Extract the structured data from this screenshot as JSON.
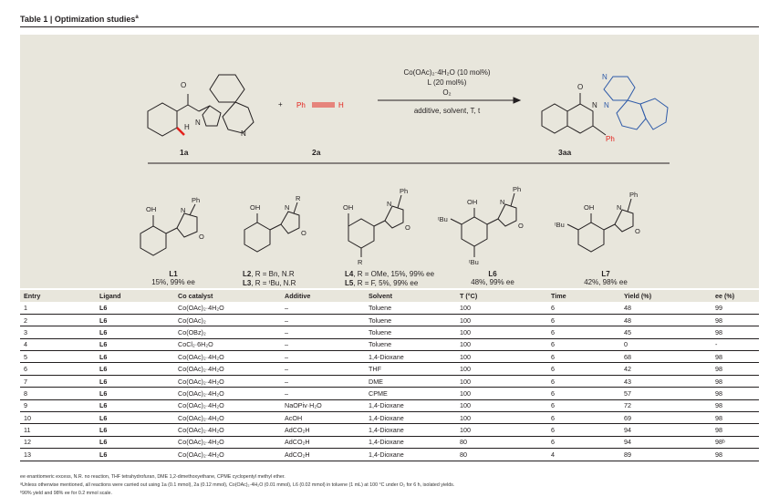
{
  "title": {
    "label": "Table 1 | Optimization studies",
    "mark": "a"
  },
  "reaction": {
    "substrate": "1a",
    "reagent": "2a",
    "product": "3aa",
    "alkyne_ph": "Ph",
    "alkyne_h": "H",
    "plus": "+",
    "cond1": "Co(OAc)₂·4H₂O (10 mol%)",
    "cond2": "L (20 mol%)",
    "cond3": "O₂",
    "cond4": "additive, solvent, T, t",
    "product_ph": "Ph"
  },
  "ligands": [
    {
      "code": "L1",
      "info": "15%, 99% ee"
    },
    {
      "code2": "L2",
      "r2": ", R = Bn, N.R",
      "code3": "L3",
      "r3": ", R = ᵗBu, N.R"
    },
    {
      "code4": "L4",
      "r4": ", R = OMe, 15%, 99% ee",
      "code5": "L5",
      "r5": ", R = F, 5%, 99% ee"
    },
    {
      "code": "L6",
      "info": "48%, 99% ee"
    },
    {
      "code": "L7",
      "info": "42%, 98% ee"
    }
  ],
  "table": {
    "headers": [
      "Entry",
      "Ligand",
      "Co catalyst",
      "Additive",
      "Solvent",
      "T (°C)",
      "Time",
      "Yield (%)",
      "ee (%)"
    ],
    "rows": [
      [
        "1",
        "L6",
        "Co(OAc)₂·4H₂O",
        "–",
        "Toluene",
        "100",
        "6",
        "48",
        "99"
      ],
      [
        "2",
        "L6",
        "Co(OAc)₂",
        "–",
        "Toluene",
        "100",
        "6",
        "48",
        "98"
      ],
      [
        "3",
        "L6",
        "Co(OBz)₂",
        "–",
        "Toluene",
        "100",
        "6",
        "45",
        "98"
      ],
      [
        "4",
        "L6",
        "CoCl₂·6H₂O",
        "–",
        "Toluene",
        "100",
        "6",
        "0",
        "-"
      ],
      [
        "5",
        "L6",
        "Co(OAc)₂·4H₂O",
        "–",
        "1,4-Dioxane",
        "100",
        "6",
        "68",
        "98"
      ],
      [
        "6",
        "L6",
        "Co(OAc)₂·4H₂O",
        "–",
        "THF",
        "100",
        "6",
        "42",
        "98"
      ],
      [
        "7",
        "L6",
        "Co(OAc)₂·4H₂O",
        "–",
        "DME",
        "100",
        "6",
        "43",
        "98"
      ],
      [
        "8",
        "L6",
        "Co(OAc)₂·4H₂O",
        "–",
        "CPME",
        "100",
        "6",
        "57",
        "98"
      ],
      [
        "9",
        "L6",
        "Co(OAc)₂·4H₂O",
        "NaOPiv·H₂O",
        "1,4-Dioxane",
        "100",
        "6",
        "72",
        "98"
      ],
      [
        "10",
        "L6",
        "Co(OAc)₂·4H₂O",
        "AcOH",
        "1,4-Dioxane",
        "100",
        "6",
        "69",
        "98"
      ],
      [
        "11",
        "L6",
        "Co(OAc)₂·4H₂O",
        "AdCO₂H",
        "1,4-Dioxane",
        "100",
        "6",
        "94",
        "98"
      ],
      [
        "12",
        "L6",
        "Co(OAc)₂·4H₂O",
        "AdCO₂H",
        "1,4-Dioxane",
        "80",
        "6",
        "94",
        "98ᵇ"
      ],
      [
        "13",
        "L6",
        "Co(OAc)₂·4H₂O",
        "AdCO₂H",
        "1,4-Dioxane",
        "80",
        "4",
        "89",
        "98"
      ]
    ]
  },
  "footnotes": [
    "ee enantiomeric excess, N.R. no reaction, THF tetrahydrofuran, DME 1,2-dimethoxyethane, CPME cyclopentyl methyl ether.",
    "ᵃUnless otherwise mentioned, all reactions were carried out using 1a (0.1 mmol), 2a (0.12 mmol), Co(OAc)₂·4H₂O (0.01 mmol), L6 (0.02 mmol) in toluene (1 mL) at 100 °C under O₂ for 6 h, isolated yields.",
    "ᵇ90% yield and 98% ee for 0.2 mmol scale."
  ],
  "colors": {
    "panel": "#e8e6dc",
    "ink": "#231f20",
    "bond_red": "#e3211c",
    "ligand_blue": "#2e5aa8"
  }
}
